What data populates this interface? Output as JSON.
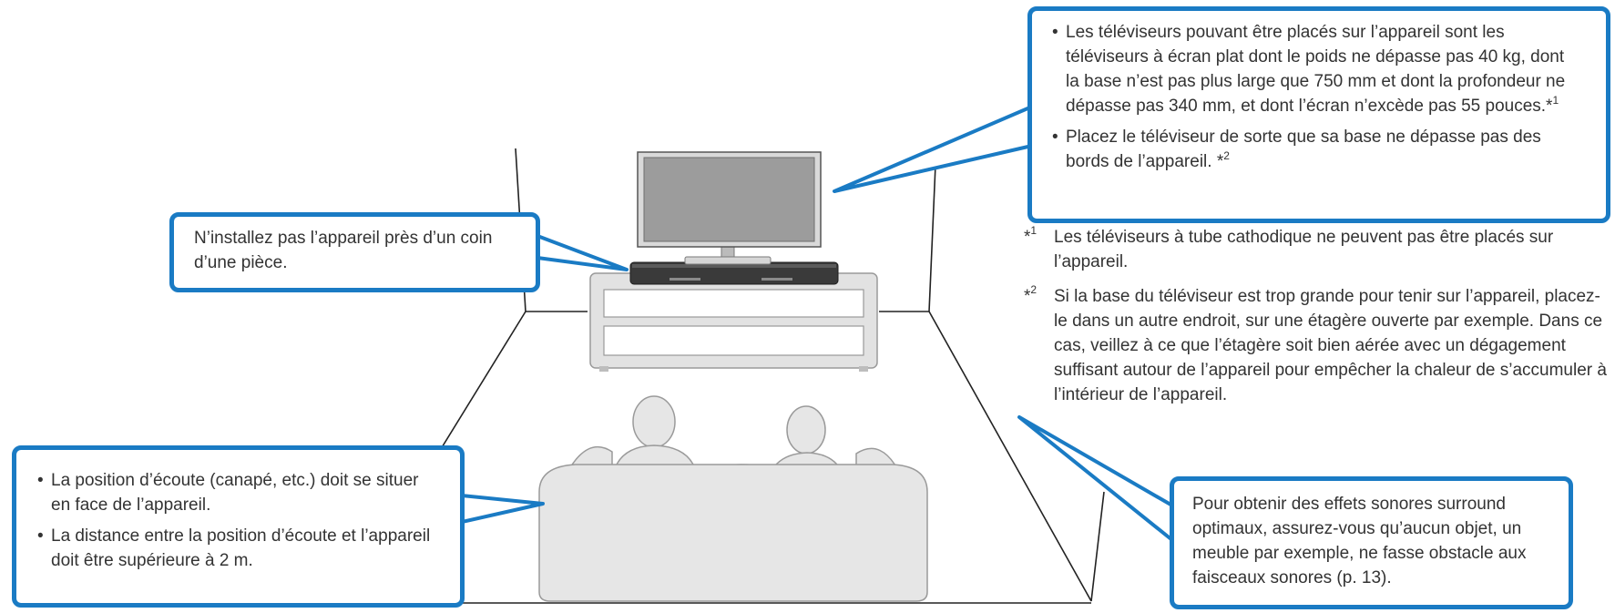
{
  "callouts": {
    "tv": {
      "bullets": [
        {
          "text": "Les téléviseurs pouvant être placés sur l’appareil sont les téléviseurs à écran plat dont le poids ne dépasse pas 40 kg, dont la base n’est pas plus large que 750 mm et dont la profondeur ne dépasse pas 340 mm, et dont l’écran n’excède pas 55 pouces.*",
          "ref": "1"
        },
        {
          "text": "Placez le téléviseur de sorte que sa base ne dépasse pas des bords de l’appareil. *",
          "ref": "2"
        }
      ]
    },
    "corner": {
      "text": "N’installez pas l’appareil près d’un coin d’une pièce."
    },
    "listening": {
      "bullets": [
        "La position d’écoute (canapé, etc.) doit se situer en face de l’appareil.",
        "La distance entre la position d’écoute et l’appareil doit être supérieure à 2 m."
      ]
    },
    "surround": {
      "text": "Pour obtenir des effets sonores surround optimaux, assurez-vous qu’aucun objet, un meuble par exemple, ne fasse obstacle aux faisceaux sonores (p. 13)."
    }
  },
  "footnotes": [
    {
      "mark": "*",
      "num": "1",
      "text": "Les téléviseurs à tube cathodique ne peuvent pas être placés sur l’appareil."
    },
    {
      "mark": "*",
      "num": "2",
      "text": "Si la base du téléviseur est trop grande pour tenir sur l’appareil, placez-le dans un autre endroit, sur une étagère ouverte par exemple. Dans ce cas, veillez à ce que l’étagère soit bien aérée avec un dégagement suffisant autour de l’appareil pour empêcher la chaleur de s’accumuler à l’intérieur de l’appareil."
    }
  ],
  "colors": {
    "callout_border": "#1a7bc4",
    "illustration_fill": "#e6e6e6",
    "illustration_stroke": "#9a9a9a",
    "room_line": "#222222",
    "text": "#333333"
  }
}
